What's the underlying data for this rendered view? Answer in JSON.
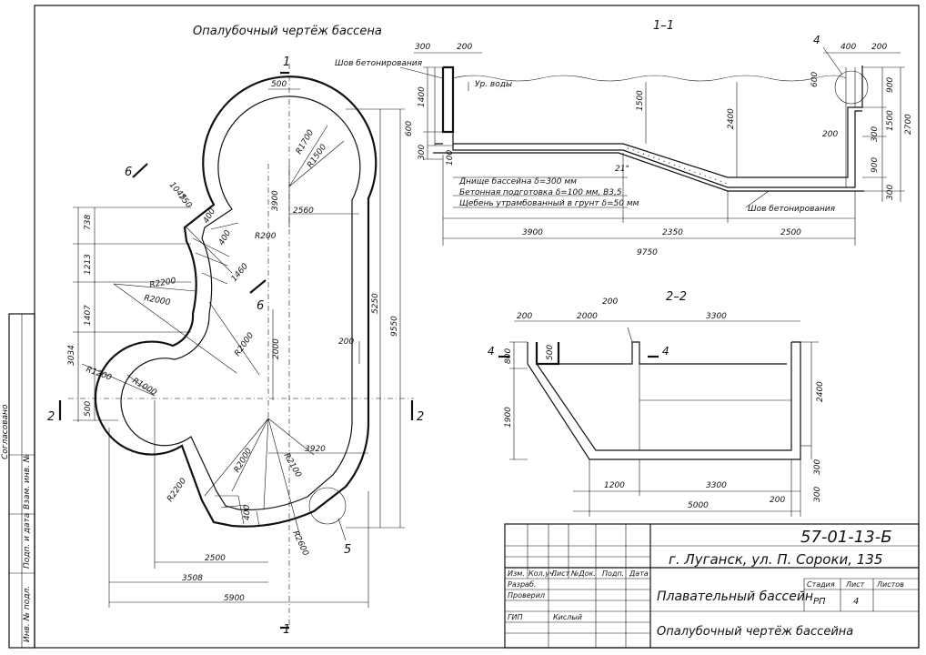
{
  "plan": {
    "title": "Опалубочный чертёж бассена",
    "cut_label": "1",
    "cut2_label": "2",
    "cut6_label": "6",
    "marker5": "5",
    "dims": {
      "d500_top": "500",
      "d1045": "1045",
      "d750": "750",
      "d738": "738",
      "d1213": "1213",
      "d1407": "1407",
      "d3034": "3034",
      "d500_left": "500",
      "d400_a": "400",
      "d400_b": "400",
      "d1460": "1460",
      "d3900": "3900",
      "d2560": "2560",
      "d2000_v": "2000",
      "d200_plan": "200",
      "d5250": "5250",
      "d9550": "9550",
      "d3920": "3920",
      "d400_c": "400",
      "d2500": "2500",
      "d3508": "3508",
      "d5900": "5900",
      "r1700": "R1700",
      "r1500": "R1500",
      "r200": "R200",
      "r2200_a": "R2200",
      "r2000_a": "R2000",
      "r2000_b": "R2000",
      "r1200": "R1200",
      "r1000": "R1000",
      "r2000_c": "R2000",
      "r2100": "R2100",
      "r2200_b": "R2200",
      "r2600": "R2600"
    }
  },
  "section11": {
    "title": "1–1",
    "marker4": "4",
    "joint_top": "Шов бетонирования",
    "joint_bottom": "Шов бетонирования",
    "water_level": "Ур. воды",
    "notes": [
      "Днище бассейна δ=300 мм",
      "Бетонная подготовка δ=100 мм, B3,5",
      "Щебень утрамбованный в грунт δ=50 мм"
    ],
    "dims": {
      "d300": "300",
      "d200": "200",
      "d1400": "1400",
      "d600": "600",
      "d300b": "300",
      "d100": "100",
      "d1500": "1500",
      "d2400": "2400",
      "angle": "21°",
      "d400r": "400",
      "d200r": "200",
      "d600r": "600",
      "d900a": "900",
      "d2700": "2700",
      "d200mid": "200",
      "d300r": "300",
      "d1500r": "1500",
      "d900b": "900",
      "d300r2": "300",
      "d3900": "3900",
      "d2350": "2350",
      "d2500": "2500",
      "d9750": "9750"
    }
  },
  "section22": {
    "title": "2–2",
    "marker4": "4",
    "dims": {
      "d200top": "200",
      "d200": "200",
      "d2000": "2000",
      "d3300": "3300",
      "d500": "500",
      "d800": "800",
      "d1900": "1900",
      "d2400": "2400",
      "d1200": "1200",
      "d3300b": "3300",
      "d300a": "300",
      "d300b": "300",
      "d5000": "5000",
      "d200b": "200"
    }
  },
  "stamp": {
    "code": "57-01-13-Б",
    "address": "г. Луганск, ул. П. Сороки, 135",
    "object": "Плавательный бассейн",
    "sheet_title": "Опалубочный чертёж бассейна",
    "headers": [
      "Изм.",
      "Кол.уч.",
      "Лист",
      "№Док.",
      "Подп.",
      "Дата"
    ],
    "role_dev": "Разраб.",
    "role_check": "Проверил",
    "role_gip": "ГИП",
    "gip_name": "Кислый",
    "col_stage": "Стадия",
    "col_sheet": "Лист",
    "col_sheets": "Листов",
    "stage": "РП",
    "sheet_no": "4"
  },
  "side": {
    "agreed": "Согласовано",
    "inv_replace": "Взам. инв. №",
    "sign_date": "Подп. и дата",
    "inv_orig": "Инв. № подл."
  }
}
